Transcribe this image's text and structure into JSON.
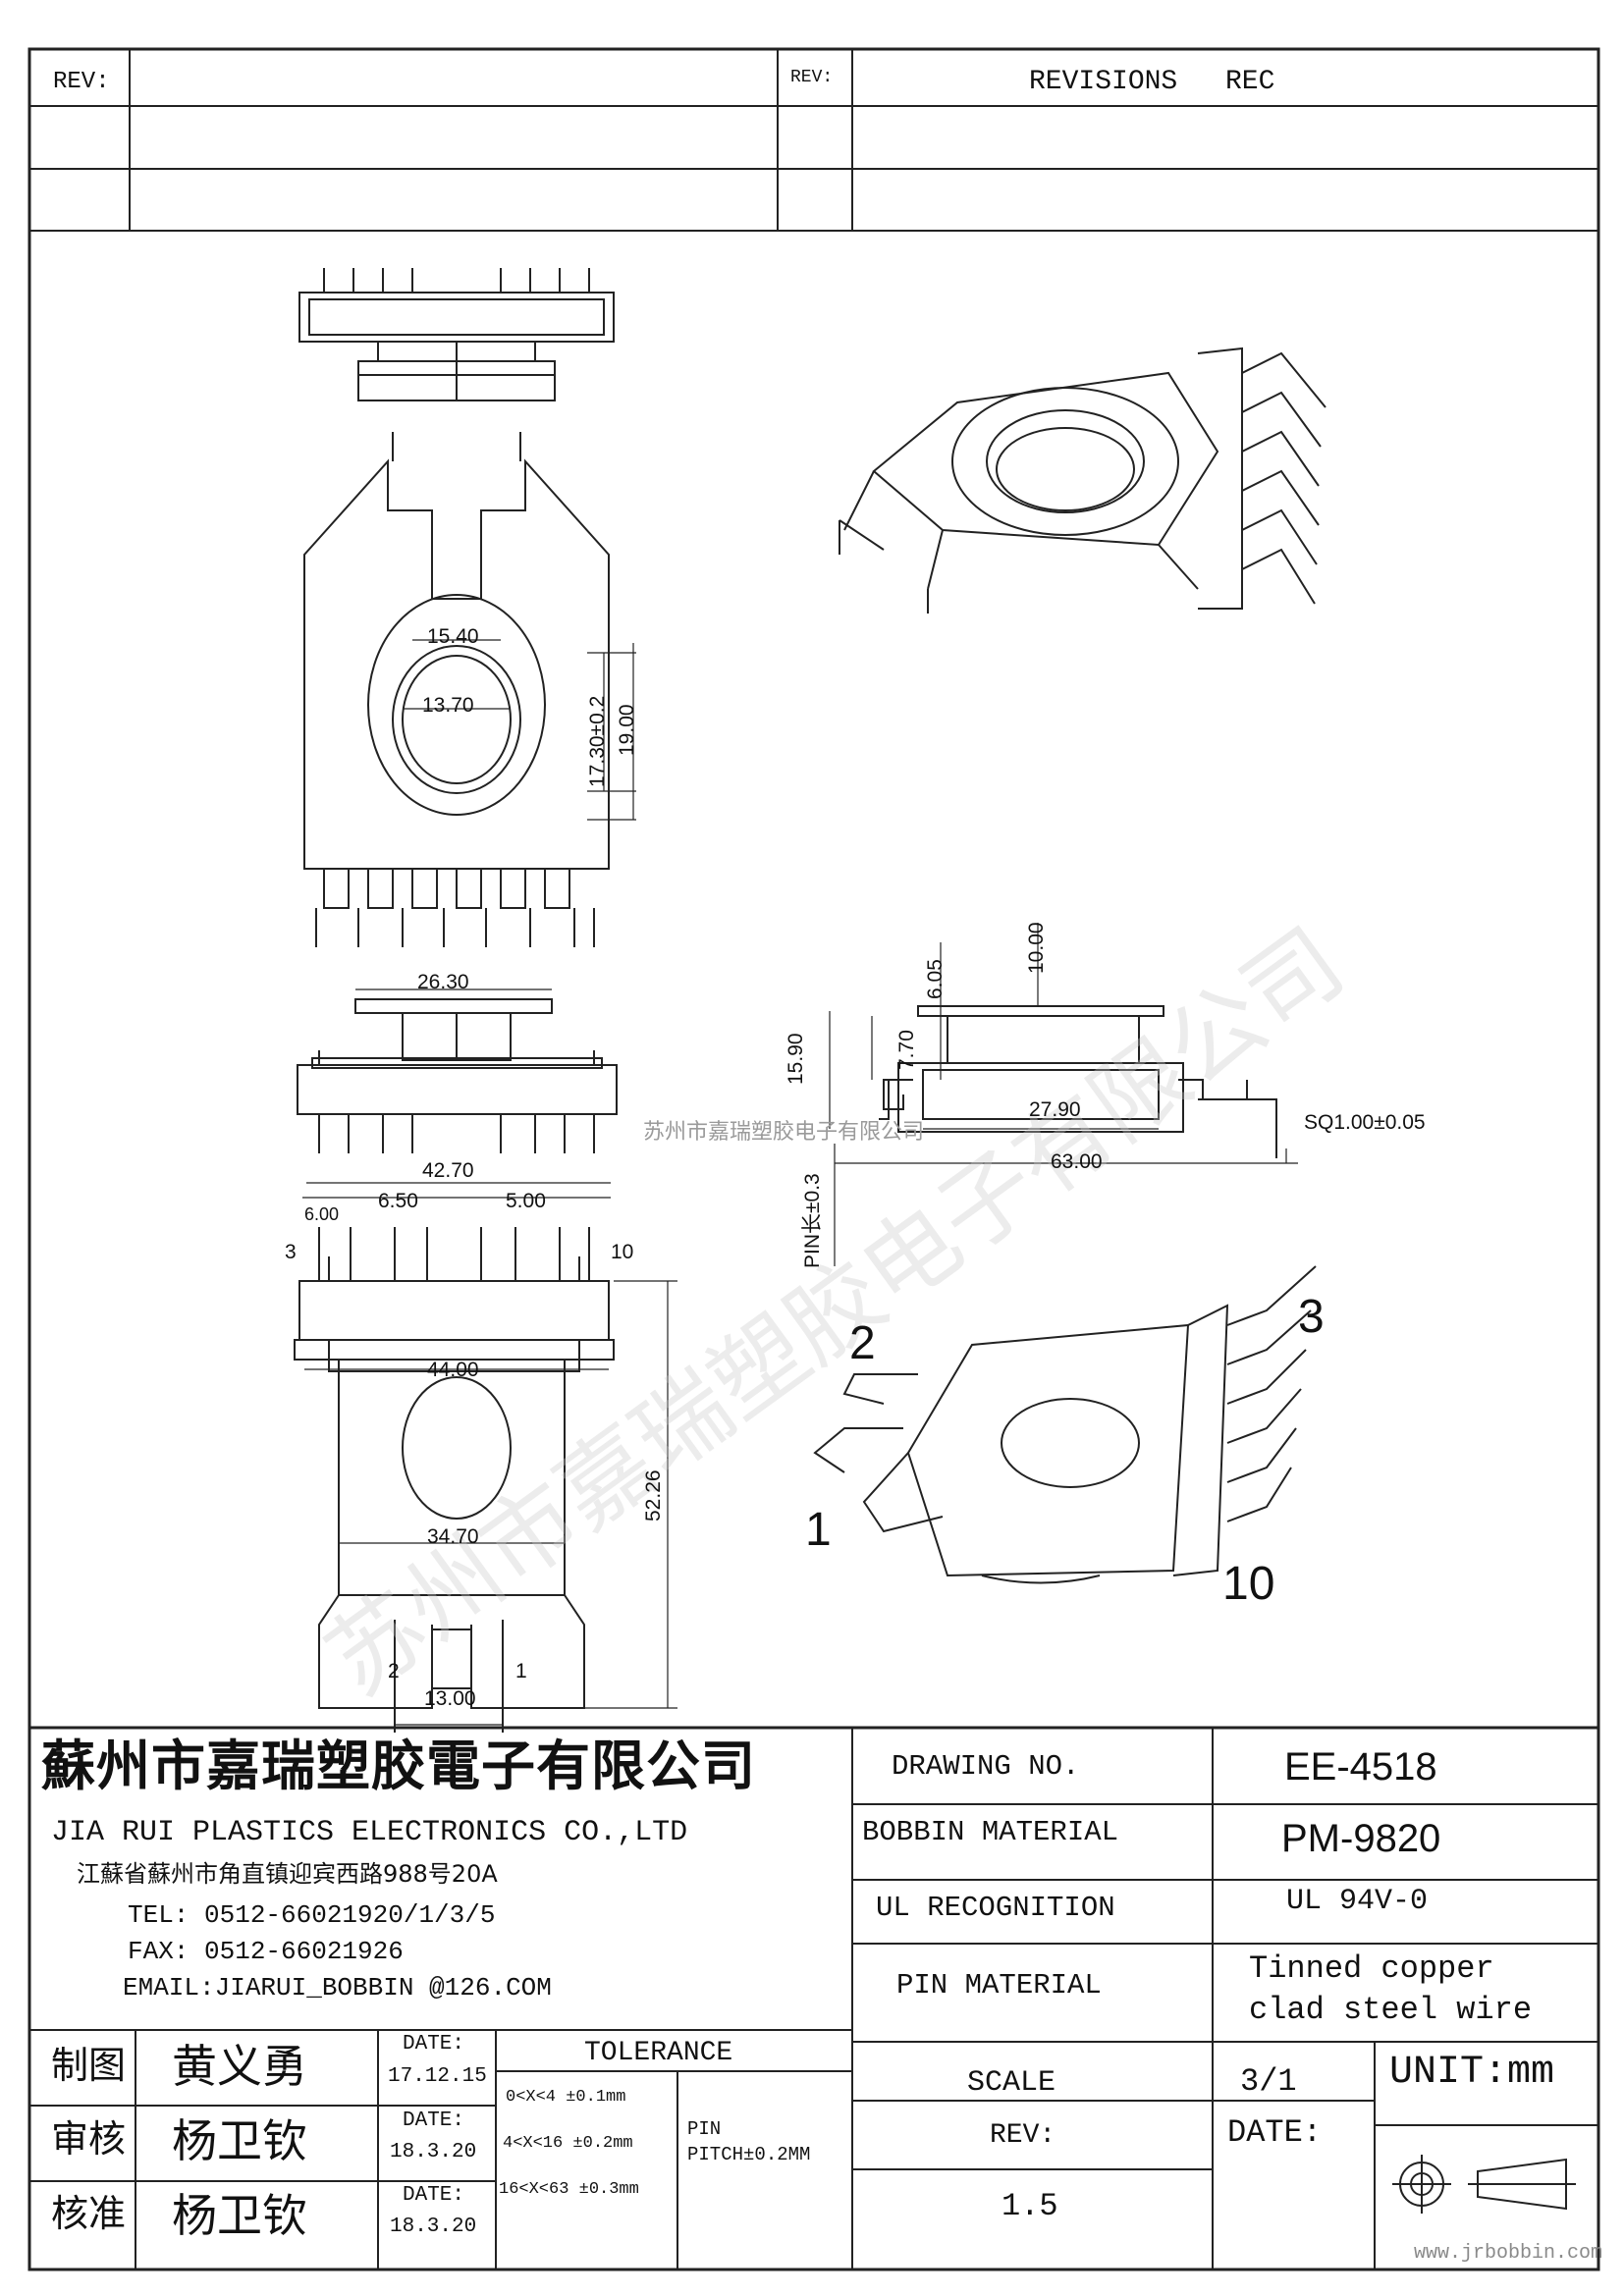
{
  "revision_block": {
    "rev_label": "REV:",
    "rev_label_2": "REV:",
    "revisions_label": "REVISIONS",
    "rec_label": "REC"
  },
  "dimensions": {
    "d_inner_outer": "15.40",
    "d_inner": "13.70",
    "d_height_tol": "17.30±0.2",
    "d_height_outer": "19.00",
    "d_flange": "26.30",
    "d_base_width": "42.70",
    "d_pitch_a": "6.00",
    "d_pitch_b": "6.50",
    "d_pitch_c": "5.00",
    "d_plate": "44.00",
    "d_plate_bottom": "34.70",
    "d_total_height": "52.26",
    "d_bottom_pins": "13.00",
    "d_top_height": "10.00",
    "d_neck": "6.05",
    "d_neck_2": "7.70",
    "d_side_height": "15.90",
    "d_side_base": "27.90",
    "d_total_length": "63.00",
    "d_pin_sq": "SQ1.00±0.05",
    "d_pin_len": "PIN长±0.3"
  },
  "pin_labels": {
    "front_left": "3",
    "front_right": "10",
    "bottom_left": "2",
    "bottom_right": "1",
    "iso_2": "2",
    "iso_3": "3",
    "iso_1": "1",
    "iso_10": "10"
  },
  "watermark": {
    "company_cn": "苏州市嘉瑞塑胶电子有限公司"
  },
  "title_block": {
    "company_cn": "蘇州市嘉瑞塑胶電子有限公司",
    "company_en": "JIA RUI PLASTICS ELECTRONICS CO.,LTD",
    "address": "江蘇省蘇州市角直镇迎宾西路988号20A",
    "tel": "TEL: 0512-66021920/1/3/5",
    "fax": "FAX: 0512-66021926",
    "email": "EMAIL:JIARUI_BOBBIN @126.COM",
    "drawing_no_label": "DRAWING  NO.",
    "drawing_no": "EE-4518",
    "bobbin_material_label": "BOBBIN  MATERIAL",
    "bobbin_material": "PM-9820",
    "ul_label": "UL RECOGNITION",
    "ul_value": "UL 94V-0",
    "pin_material_label": "PIN MATERIAL",
    "pin_material_1": "Tinned copper",
    "pin_material_2": "clad steel wire",
    "scale_label": "SCALE",
    "scale_value": "3/1",
    "unit_label": "UNIT:mm",
    "rev_label": "REV:",
    "rev_value": "1.5",
    "date_label_right": "DATE:",
    "drawn_label": "制图",
    "drawn_by": "黄义勇",
    "check_label": "审核",
    "checked_by": "杨卫钦",
    "approve_label": "核准",
    "approved_by": "杨卫钦",
    "date_label": "DATE:",
    "date_drawn": "17.12.15",
    "date_checked": "18.3.20",
    "date_approved": "18.3.20",
    "tolerance_label": "TOLERANCE",
    "tol_1": "0<X<4  ±0.1mm",
    "tol_2": "4<X<16 ±0.2mm",
    "tol_3": "16<X<63 ±0.3mm",
    "pin_pitch_1": "PIN",
    "pin_pitch_2": "PITCH±0.2MM"
  },
  "footer": {
    "site": "www.jrbobbin.com"
  }
}
